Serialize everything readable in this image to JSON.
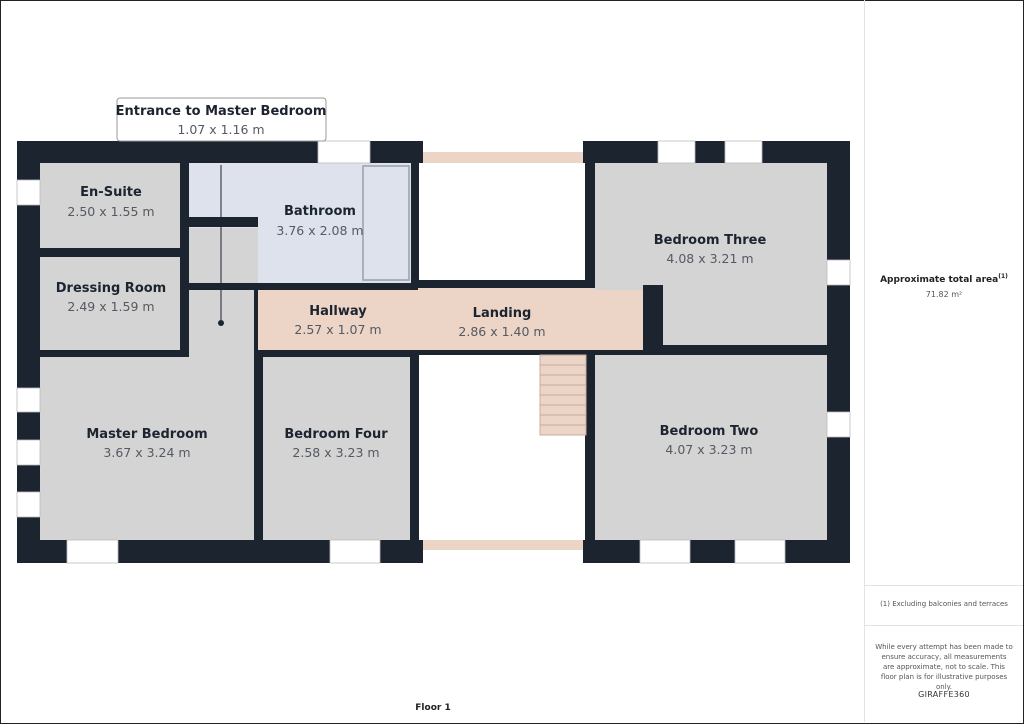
{
  "floor_label": "Floor 1",
  "callout": {
    "name": "Entrance to Master Bedroom",
    "dims": "1.07 x 1.16 m"
  },
  "rooms": [
    {
      "name": "En-Suite",
      "dims": "2.50 x 1.55 m"
    },
    {
      "name": "Dressing Room",
      "dims": "2.49 x 1.59 m"
    },
    {
      "name": "Bathroom",
      "dims": "3.76 x 2.08 m"
    },
    {
      "name": "Hallway",
      "dims": "2.57 x 1.07 m"
    },
    {
      "name": "Landing",
      "dims": "2.86 x 1.40 m"
    },
    {
      "name": "Bedroom Three",
      "dims": "4.08 x 3.21 m"
    },
    {
      "name": "Master Bedroom",
      "dims": "3.67 x 3.24 m"
    },
    {
      "name": "Bedroom Four",
      "dims": "2.58 x 3.23 m"
    },
    {
      "name": "Bedroom Two",
      "dims": "4.07 x 3.23 m"
    }
  ],
  "summary": {
    "title": "Approximate total area",
    "title_sup": "(1)",
    "value": "71.82 m²",
    "footnote": "(1) Excluding balconies and terraces",
    "disclaimer": "While every attempt has been made to ensure accuracy, all measurements are approximate, not to scale. This floor plan is for illustrative purposes only.",
    "brand": "GIRAFFE360"
  },
  "colors": {
    "wall": "#1c2430",
    "room": "#d4d4d4",
    "bathroom": "#dde2ec",
    "circulation": "#ecd4c6"
  }
}
